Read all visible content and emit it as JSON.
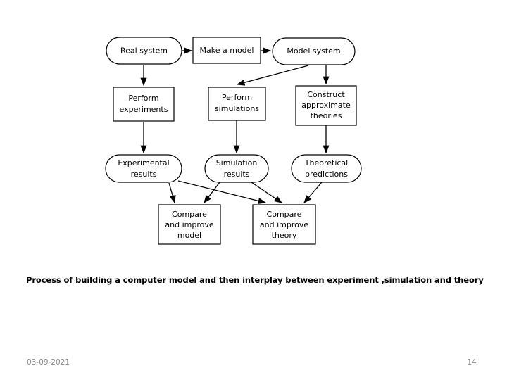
{
  "slide": {
    "caption": "Process of building a computer model and then interplay between experiment ,simulation and theory",
    "footer": {
      "date": "03-09-2021",
      "page_number": "14"
    },
    "colors": {
      "background": "#ffffff",
      "stroke": "#000000",
      "text": "#000000",
      "footer_text": "#8a8a8a"
    }
  },
  "diagram": {
    "type": "flowchart",
    "nodes": {
      "real_system": {
        "label": "Real system",
        "shape": "stadium"
      },
      "make_a_model": {
        "label": "Make a model",
        "shape": "rectangle"
      },
      "model_system": {
        "label": "Model system",
        "shape": "stadium"
      },
      "perform_experiments_line1": {
        "label": "Perform",
        "shape": "rectangle"
      },
      "perform_experiments_line2": {
        "label": "experiments",
        "shape": "rectangle"
      },
      "perform_simulations_line1": {
        "label": "Perform",
        "shape": "rectangle"
      },
      "perform_simulations_line2": {
        "label": "simulations",
        "shape": "rectangle"
      },
      "construct_theories_line1": {
        "label": "Construct",
        "shape": "rectangle"
      },
      "construct_theories_line2": {
        "label": "approximate",
        "shape": "rectangle"
      },
      "construct_theories_line3": {
        "label": "theories",
        "shape": "rectangle"
      },
      "experimental_results_line1": {
        "label": "Experimental",
        "shape": "stadium"
      },
      "experimental_results_line2": {
        "label": "results",
        "shape": "stadium"
      },
      "simulation_results_line1": {
        "label": "Simulation",
        "shape": "stadium"
      },
      "simulation_results_line2": {
        "label": "results",
        "shape": "stadium"
      },
      "theoretical_predictions_line1": {
        "label": "Theoretical",
        "shape": "stadium"
      },
      "theoretical_predictions_line2": {
        "label": "predictions",
        "shape": "stadium"
      },
      "compare_model_line1": {
        "label": "Compare",
        "shape": "rectangle"
      },
      "compare_model_line2": {
        "label": "and improve",
        "shape": "rectangle"
      },
      "compare_model_line3": {
        "label": "model",
        "shape": "rectangle"
      },
      "compare_theory_line1": {
        "label": "Compare",
        "shape": "rectangle"
      },
      "compare_theory_line2": {
        "label": "and improve",
        "shape": "rectangle"
      },
      "compare_theory_line3": {
        "label": "theory",
        "shape": "rectangle"
      }
    },
    "edges": [
      {
        "from": "real_system",
        "to": "make_a_model"
      },
      {
        "from": "make_a_model",
        "to": "model_system"
      },
      {
        "from": "real_system",
        "to": "perform_experiments"
      },
      {
        "from": "model_system",
        "to": "perform_simulations"
      },
      {
        "from": "model_system",
        "to": "construct_theories"
      },
      {
        "from": "perform_experiments",
        "to": "experimental_results"
      },
      {
        "from": "perform_simulations",
        "to": "simulation_results"
      },
      {
        "from": "construct_theories",
        "to": "theoretical_predictions"
      },
      {
        "from": "experimental_results",
        "to": "compare_model"
      },
      {
        "from": "simulation_results",
        "to": "compare_model"
      },
      {
        "from": "experimental_results",
        "to": "compare_theory"
      },
      {
        "from": "simulation_results",
        "to": "compare_theory"
      },
      {
        "from": "theoretical_predictions",
        "to": "compare_theory"
      }
    ]
  }
}
